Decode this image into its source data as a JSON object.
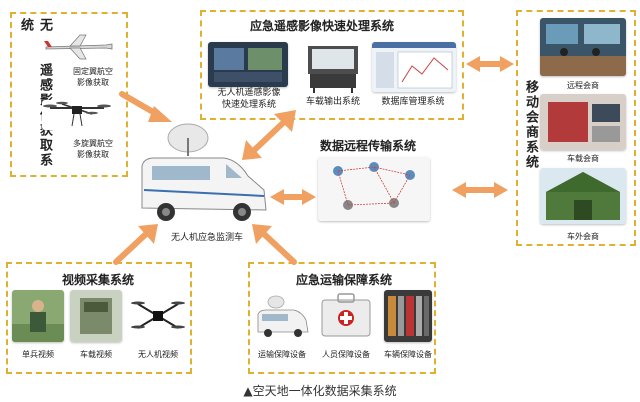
{
  "uav": {
    "title": "无人机遥感影像获取系统",
    "fixed_wing": "固定翼航空\n影像获取",
    "multi_rotor": "多旋翼航空\n影像获取"
  },
  "processing": {
    "title": "应急遥感影像快速处理系统",
    "items": [
      "无人机遥感影像\n快速处理系统",
      "车载输出系统",
      "数据库管理系统"
    ]
  },
  "mobile": {
    "title": "移动会商系统",
    "items": [
      "远程会商",
      "车载会商",
      "车外会商"
    ]
  },
  "vehicle": {
    "label": "无人机应急监测车"
  },
  "transmission": {
    "title": "数据远程传输系统"
  },
  "video": {
    "title": "视频采集系统",
    "items": [
      "单兵视频",
      "车载视频",
      "无人机视频"
    ]
  },
  "support": {
    "title": "应急运输保障系统",
    "items": [
      "运输保障设备",
      "人员保障设备",
      "车辆保障设备"
    ]
  },
  "caption": "▲空天地一体化数据采集系统",
  "colors": {
    "border": "#e0b030",
    "arrow": "#f0a060"
  }
}
